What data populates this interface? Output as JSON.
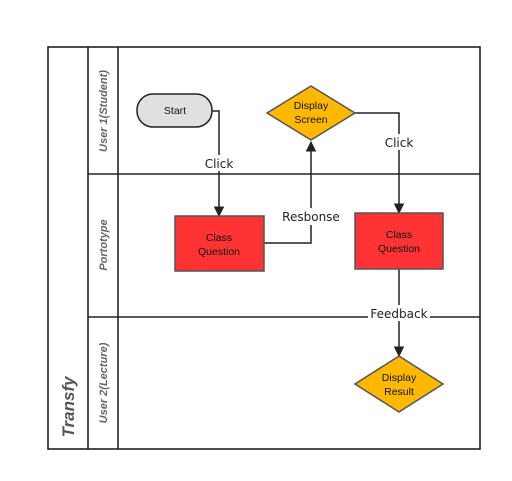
{
  "pool": {
    "title": "Transfy",
    "lanes": [
      {
        "label": "User 1(Student)"
      },
      {
        "label": "Portotype"
      },
      {
        "label": "User 2(Lecture)"
      }
    ]
  },
  "nodes": {
    "start": {
      "label": "Start",
      "shape": "terminator",
      "fill": "#e0e0e0"
    },
    "display_screen": {
      "line1": "Display",
      "line2": "Screen",
      "shape": "decision",
      "fill": "#ffb800"
    },
    "class_question_1": {
      "line1": "Class",
      "line2": "Question",
      "shape": "process",
      "fill": "#ff3333"
    },
    "class_question_2": {
      "line1": "Class",
      "line2": "Question",
      "shape": "process",
      "fill": "#ff3333"
    },
    "display_result": {
      "line1": "Display",
      "line2": "Result",
      "shape": "decision",
      "fill": "#ffb800"
    }
  },
  "edges": {
    "start_to_cq1": {
      "label": "Click"
    },
    "cq1_to_display_screen": {
      "label": "Resbonse"
    },
    "display_screen_to_cq2": {
      "label": "Click"
    },
    "cq2_to_display_result": {
      "label": "Feedback"
    }
  }
}
